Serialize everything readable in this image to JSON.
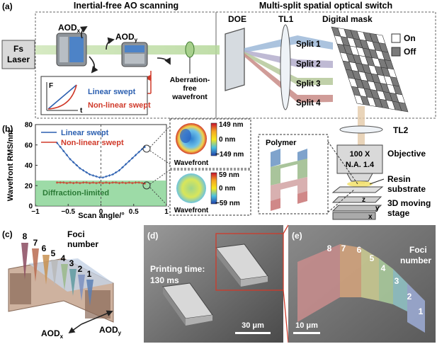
{
  "panel_a": {
    "label": "(a)",
    "section_left_title": "Inertial-free AO scanning",
    "section_right_title": "Multi-split spatial optical switch",
    "laser_line1": "Fs",
    "laser_line2": "Laser",
    "aodx_main": "AOD",
    "aodx_sub": "x",
    "aody_main": "AOD",
    "aody_sub": "y",
    "inset_f": "F",
    "inset_t": "t",
    "linear_swept": "Linear swept",
    "nonlinear_swept": "Non-linear swept",
    "aberration_line1": "Aberration-",
    "aberration_line2": "free",
    "aberration_line3": "wavefront",
    "doe": "DOE",
    "tl1": "TL1",
    "digital_mask": "Digital mask",
    "split1": "Split 1",
    "split2": "Split 2",
    "split3": "Split 3",
    "split4": "Split 4",
    "legend_on": "On",
    "legend_off": "Off",
    "tl2": "TL2",
    "objective_line1": "100 X",
    "objective_line2": "N.A. 1.4",
    "objective_label": "Objective",
    "resin_line1": "Resin",
    "resin_line2": "substrate",
    "stage_line1": "3D moving",
    "stage_line2": "stage",
    "polymer": "Polymer",
    "axis_z": "z",
    "axis_y": "y",
    "axis_x": "x"
  },
  "panel_b": {
    "label": "(b)",
    "diffraction_limited": "Diffraction-limited",
    "map1": {
      "max": "149 nm",
      "mid": "0 nm",
      "min": "−149 nm",
      "caption": "Wavefront"
    },
    "map2": {
      "max": "59 nm",
      "mid": "0 nm",
      "min": "−59 nm",
      "caption": "Wavefront"
    }
  },
  "panel_c": {
    "label": "(c)",
    "foci_line1": "Foci",
    "foci_line2": "number",
    "numbers": [
      "8",
      "7",
      "6",
      "5",
      "4",
      "3",
      "2",
      "1"
    ],
    "aodx_main": "AOD",
    "aodx_sub": "x",
    "aody_main": "AOD",
    "aody_sub": "y"
  },
  "panel_d": {
    "label": "(d)",
    "printing_line1": "Printing time:",
    "printing_line2": "130 ms",
    "scalebar": "30 μm"
  },
  "panel_e": {
    "label": "(e)",
    "numbers": [
      "8",
      "7",
      "6",
      "5",
      "4",
      "3",
      "2",
      "1"
    ],
    "foci_line1": "Foci",
    "foci_line2": "number",
    "scalebar": "10 μm"
  },
  "colors": {
    "linear": "#2b5fb0",
    "nonlinear": "#d03a2a",
    "diffraction_fill": "#7ccf8a",
    "grid_off": "#7a7a7a"
  },
  "chart_data": {
    "type": "line",
    "xlabel": "Scan angle/°",
    "ylabel": "Wavefront RMS/nm",
    "xlim": [
      -1,
      1
    ],
    "ylim": [
      0,
      80
    ],
    "xticks": [
      "−1",
      "−0.5",
      "0",
      "0.5",
      "1"
    ],
    "yticks": [
      "0",
      "20",
      "40",
      "60",
      "80"
    ],
    "diffraction_limit": 25,
    "legend_position": "top-left",
    "series": [
      {
        "name": "Linear swept",
        "x": [
          -0.67,
          -0.62,
          -0.57,
          -0.52,
          -0.47,
          -0.42,
          -0.37,
          -0.32,
          -0.27,
          -0.22,
          -0.17,
          -0.12,
          -0.07,
          -0.02,
          0.03,
          0.08,
          0.13,
          0.18,
          0.23,
          0.28,
          0.33,
          0.38,
          0.43,
          0.48,
          0.53,
          0.58,
          0.63,
          0.67
        ],
        "y": [
          62,
          58,
          54,
          50,
          46,
          43,
          40,
          37,
          35,
          33,
          31,
          30,
          29,
          28,
          28,
          29,
          30,
          31,
          33,
          35,
          38,
          41,
          44,
          47,
          50,
          53,
          56,
          58
        ]
      },
      {
        "name": "Non-linear swept",
        "x": [
          -0.67,
          -0.62,
          -0.57,
          -0.52,
          -0.47,
          -0.42,
          -0.37,
          -0.32,
          -0.27,
          -0.22,
          -0.17,
          -0.12,
          -0.07,
          -0.02,
          0.03,
          0.08,
          0.13,
          0.18,
          0.23,
          0.28,
          0.33,
          0.38,
          0.43,
          0.48,
          0.53,
          0.58,
          0.63,
          0.67
        ],
        "y": [
          23,
          23,
          23,
          22.5,
          23,
          22.5,
          23,
          22.5,
          23,
          23,
          22.5,
          23,
          22.5,
          23,
          22.5,
          23,
          22.5,
          23,
          23,
          22.5,
          23,
          22.5,
          23,
          22.5,
          23,
          23,
          22.5,
          22
        ]
      }
    ]
  }
}
